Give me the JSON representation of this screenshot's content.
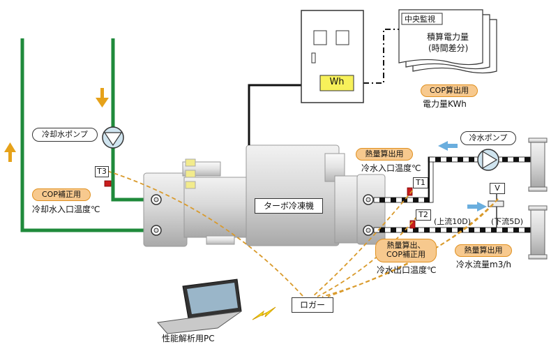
{
  "meter": {
    "wh_label": "Wh",
    "central_monitor": "中央監視",
    "energy_line1": "積算電力量",
    "energy_line2": "(時間差分)",
    "cop_badge": "COP算出用",
    "power_label": "電力量KWh"
  },
  "chiller": {
    "name": "ターボ冷凍機"
  },
  "cooling_water": {
    "pump_label": "冷却水ポンプ",
    "sensor_tag": "T3",
    "cop_badge": "COP補正用",
    "temp_label": "冷却水入口温度℃"
  },
  "chilled_water": {
    "pump_label": "冷水ポンプ",
    "heat_badge_top": "熱量算出用",
    "inlet_temp_label": "冷水入口温度℃",
    "sensor_t1": "T1",
    "sensor_t2": "T2",
    "flow_meter": "V",
    "upstream_note": "(上流10D)",
    "downstream_note": "(下流5D)",
    "outlet_badge_line1": "熱量算出、",
    "outlet_badge_line2": "COP補正用",
    "outlet_temp_label": "冷水出口温度℃",
    "flow_badge": "熱量算出用",
    "flow_label": "冷水流量m3/h"
  },
  "logger": {
    "label": "ロガー"
  },
  "pc": {
    "label": "性能解析用PC"
  },
  "colors": {
    "green_pipe": "#1f8a3b",
    "dashed_signal": "#d99a2b",
    "badge_fill": "#f7c98e",
    "arrow_orange": "#e6a21a",
    "arrow_blue": "#6aaede"
  }
}
